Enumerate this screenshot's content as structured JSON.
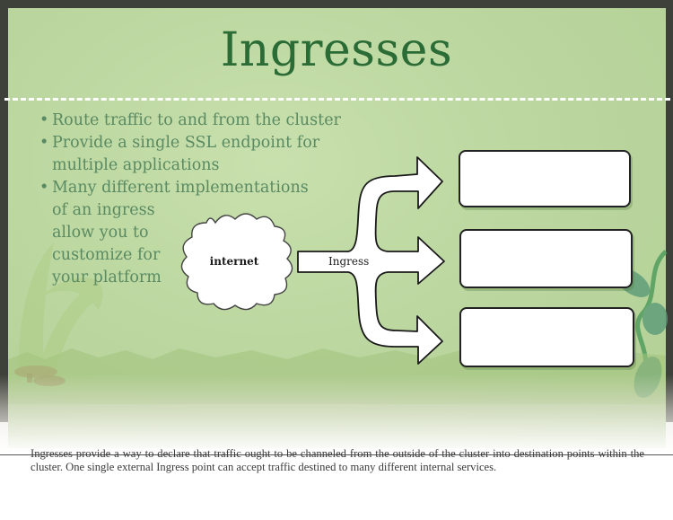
{
  "slide": {
    "title": "Ingresses",
    "bullets": [
      "Route traffic to and from the cluster",
      "Provide a single SSL endpoint for multiple applications",
      "Many different implementations of an ingress allow you to customize for your platform"
    ],
    "bullet_lines": [
      [
        "Route traffic to and from the cluster"
      ],
      [
        "Provide a single SSL endpoint for",
        "multiple applications"
      ],
      [
        "Many different implementations",
        "of an ingress",
        "allow you to",
        "customize for",
        "your platform"
      ]
    ]
  },
  "diagram": {
    "source_label": "internet",
    "router_label": "Ingress",
    "destinations": [
      {
        "label": ""
      },
      {
        "label": ""
      },
      {
        "label": ""
      }
    ]
  },
  "caption": {
    "text": "Ingresses provide a way to declare that traffic ought to be channeled from the outside of the cluster into destination points within the cluster. One single external Ingress point can accept traffic destined to many different internal services."
  },
  "colors": {
    "frame": "#3e403a",
    "background_green": "#bcd7a0",
    "title_green": "#2a6b36",
    "bullet_green": "#5a8a62",
    "divider": "#ffffff"
  }
}
